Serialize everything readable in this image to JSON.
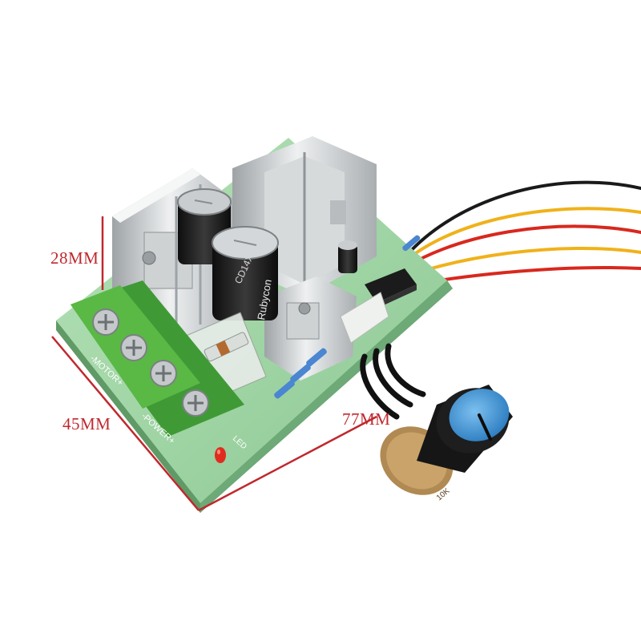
{
  "dimensions": {
    "height_label": "28MM",
    "width_label": "45MM",
    "length_label": "77MM"
  },
  "board": {
    "silkscreen_motor": "-MOTOR+",
    "silkscreen_power": "-POWER+",
    "silkscreen_led": "LED",
    "silkscreen_pot": "10K"
  },
  "components": {
    "capacitor_brand": "Rubycon",
    "fuse_holder_marking": "CD14X"
  },
  "colors": {
    "dimension_line": "#c0282e",
    "pcb": "#9fd3a4",
    "terminal_block": "#5ab845",
    "heatsink": "#c9cccd",
    "knob_cap": "#3e8fd0",
    "wire_red": "#d8281e",
    "wire_yellow": "#f0b21a",
    "wire_black": "#1a1a1a"
  }
}
